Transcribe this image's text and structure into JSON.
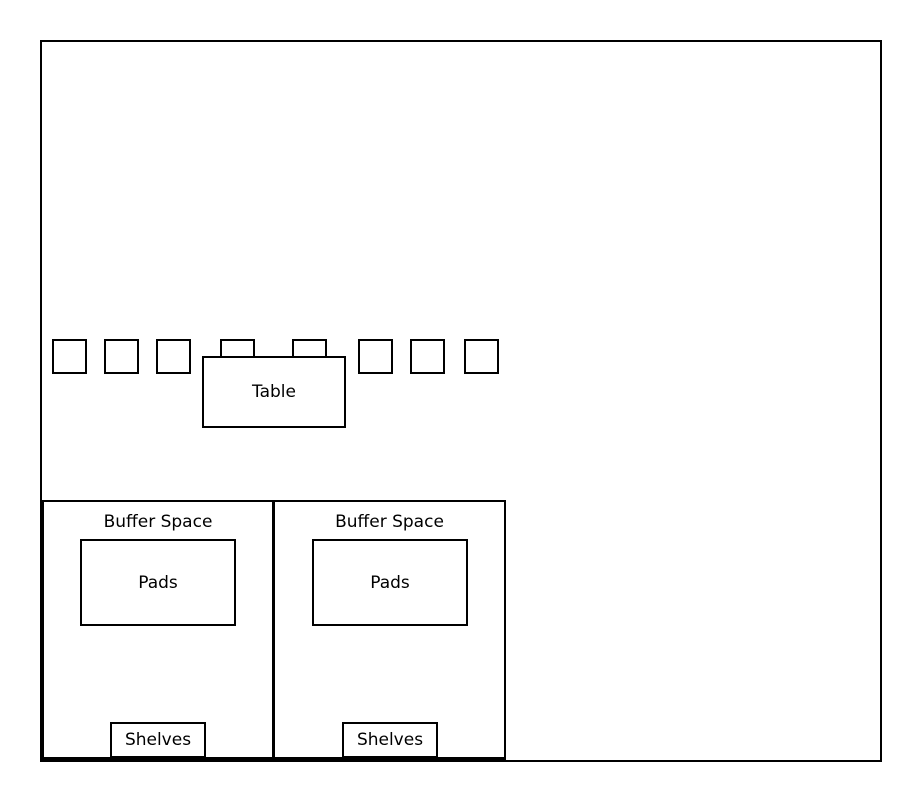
{
  "table": {
    "label": "Table"
  },
  "zones": [
    {
      "buffer_label": "Buffer Space",
      "pads_label": "Pads",
      "shelves_label": "Shelves"
    },
    {
      "buffer_label": "Buffer Space",
      "pads_label": "Pads",
      "shelves_label": "Shelves"
    }
  ]
}
